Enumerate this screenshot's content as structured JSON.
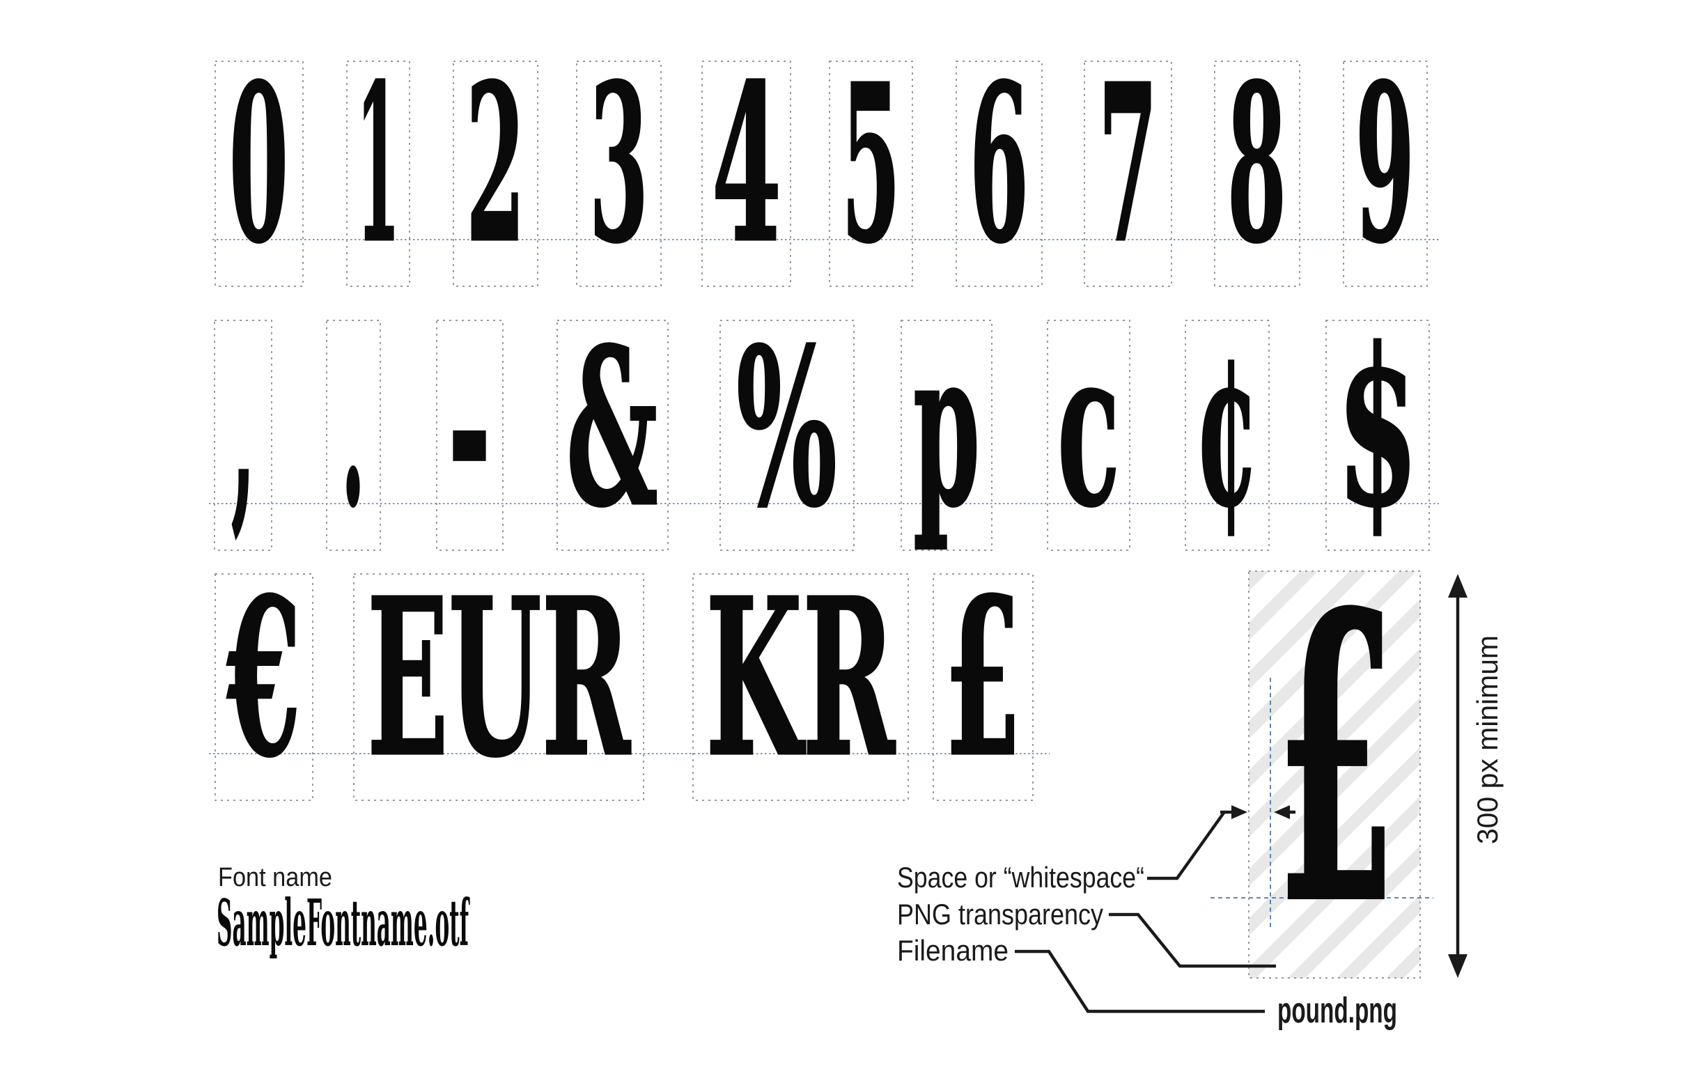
{
  "rows": {
    "digits": [
      "0",
      "1",
      "2",
      "3",
      "4",
      "5",
      "6",
      "7",
      "8",
      "9"
    ],
    "symbols": [
      ",",
      ".",
      "-",
      "&",
      "%",
      "p",
      "c",
      "¢",
      "$"
    ],
    "currency": [
      "€",
      "EUR",
      "KR",
      "£"
    ]
  },
  "font_block": {
    "label": "Font name",
    "filename": "SampleFontname.otf"
  },
  "pound_demo": {
    "glyph": "£",
    "filename": "pound.png",
    "min_size_label": "300 px minimum",
    "space_label": "Space or “whitespace“",
    "transparency_label": "PNG transparency",
    "filename_label": "Filename"
  },
  "colors": {
    "glyph": "#0a0a0a",
    "guide_blue": "#4a78ad",
    "box_dash": "#9a9a9a",
    "stripe": "#e8e8e8",
    "annotation": "#1a1a1a"
  }
}
